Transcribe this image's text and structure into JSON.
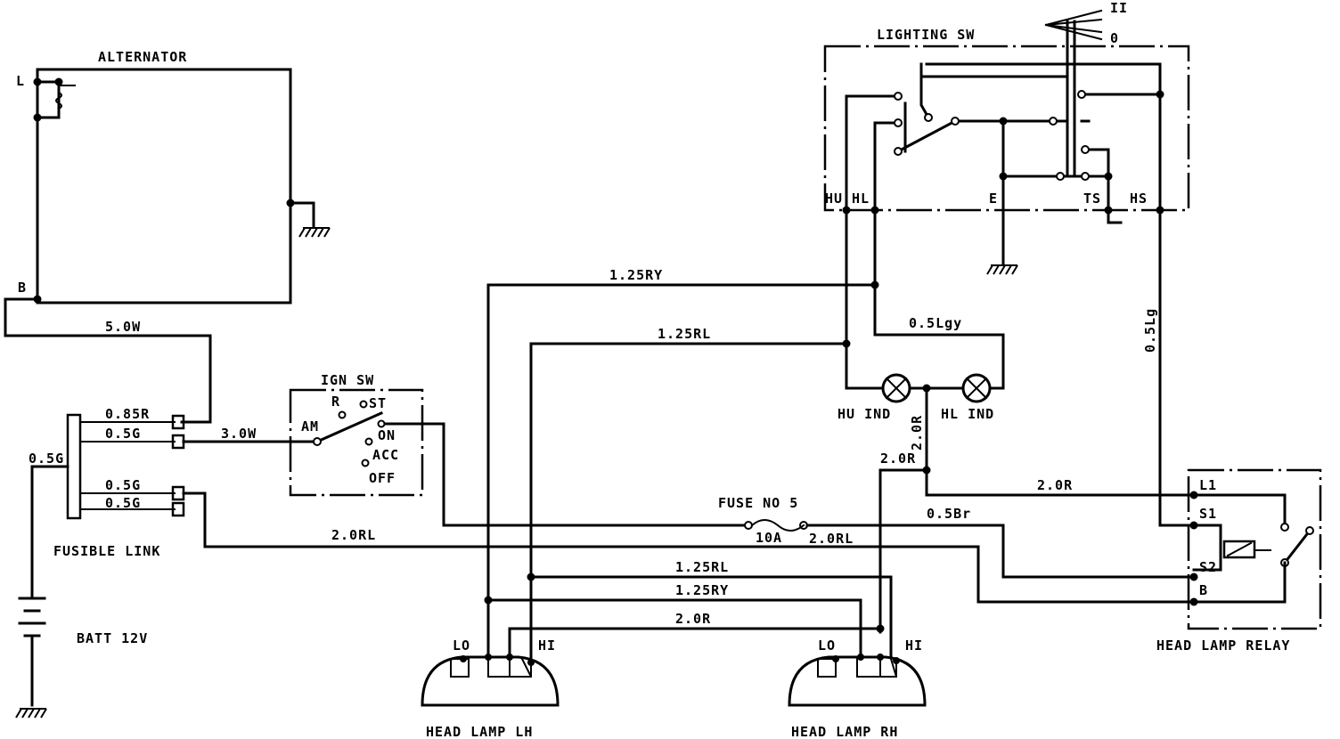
{
  "components": {
    "alternator": "ALTERNATOR",
    "alt_l": "L",
    "alt_b": "B",
    "lighting_sw": "LIGHTING SW",
    "sw_pos_hi": "II",
    "sw_pos_off": "0",
    "term_hu": "HU",
    "term_hl": "HL",
    "term_e": "E",
    "term_ts": "TS",
    "term_hs": "HS",
    "ign_sw": "IGN SW",
    "ign_r": "R",
    "ign_st": "ST",
    "ign_am": "AM",
    "ign_on": "ON",
    "ign_acc": "ACC",
    "ign_off": "OFF",
    "fusible_link": "FUSIBLE LINK",
    "batt": "BATT 12V",
    "fuse": "FUSE NO 5",
    "fuse_rating": "10A",
    "hu_ind": "HU IND",
    "hl_ind": "HL IND",
    "relay": "HEAD LAMP RELAY",
    "relay_l1": "L1",
    "relay_s1": "S1",
    "relay_s2": "S2",
    "relay_b": "B",
    "lamp_lh": "HEAD LAMP LH",
    "lamp_rh": "HEAD LAMP RH",
    "lamp_lo": "LO",
    "lamp_hi": "HI"
  },
  "wires": {
    "w_5_0w": "5.0W",
    "w_0_85r": "0.85R",
    "w_0_5g_a": "0.5G",
    "w_0_5g_left": "0.5G",
    "w_0_5g_b": "0.5G",
    "w_0_5g_c": "0.5G",
    "w_3_0w": "3.0W",
    "w_2_0rl_main": "2.0RL",
    "w_2_0rl_fuse": "2.0RL",
    "w_1_25ry_top": "1.25RY",
    "w_1_25rl_top": "1.25RL",
    "w_0_5lgy": "0.5Lgy",
    "w_0_5lg": "0.5Lg",
    "w_2_0r_vert": "2.0R",
    "w_2_0r_mid": "2.0R",
    "w_2_0r_relay": "2.0R",
    "w_0_5br": "0.5Br",
    "w_1_25rl_low": "1.25RL",
    "w_1_25ry_low": "1.25RY",
    "w_2_0r_low": "2.0R"
  }
}
